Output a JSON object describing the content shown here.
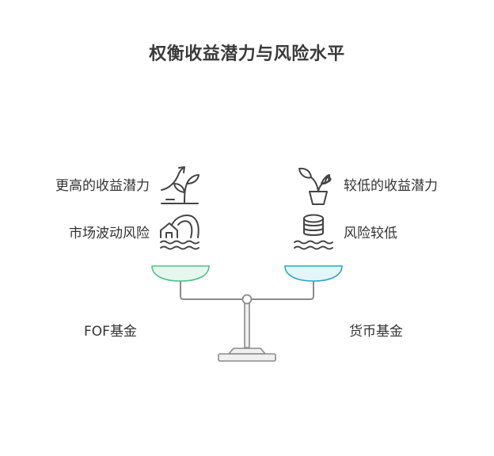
{
  "title": "权衡收益潜力与风险水平",
  "left": {
    "return_label": "更高的收益潜力",
    "risk_label": "市场波动风险",
    "fund_label": "FOF基金",
    "return_icon": "growing-plant-arrow-icon",
    "risk_icon": "house-wave-icon",
    "pan_color": "#4cc38a",
    "pan_fill": "#e6f8ee"
  },
  "right": {
    "return_label": "较低的收益潜力",
    "risk_label": "风险较低",
    "fund_label": "货币基金",
    "return_icon": "potted-plant-icon",
    "risk_icon": "coin-stack-water-icon",
    "pan_color": "#2aa7c9",
    "pan_fill": "#e4f5fa"
  }
}
